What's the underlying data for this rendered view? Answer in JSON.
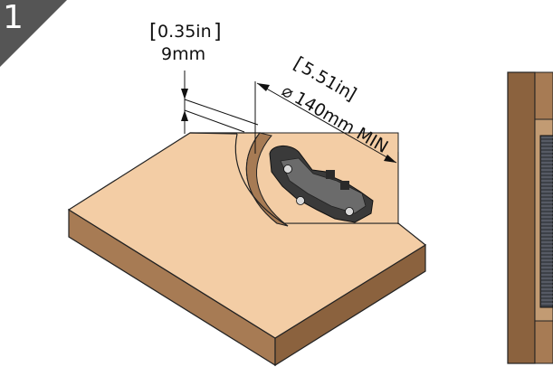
{
  "step": {
    "number": "1"
  },
  "depth_dimension": {
    "imperial": "0.35in",
    "metric": "9mm"
  },
  "diameter_dimension": {
    "imperial": "5.51in",
    "diameter_symbol": "⌀",
    "metric": "140mm MIN"
  },
  "colors": {
    "step_badge": "#555555",
    "wood_top": "#f3cda5",
    "wood_front": "#a77b54",
    "wood_side": "#8b623e",
    "fixture_dark": "#3a3a3a",
    "fixture_mid": "#6b6b6b"
  }
}
